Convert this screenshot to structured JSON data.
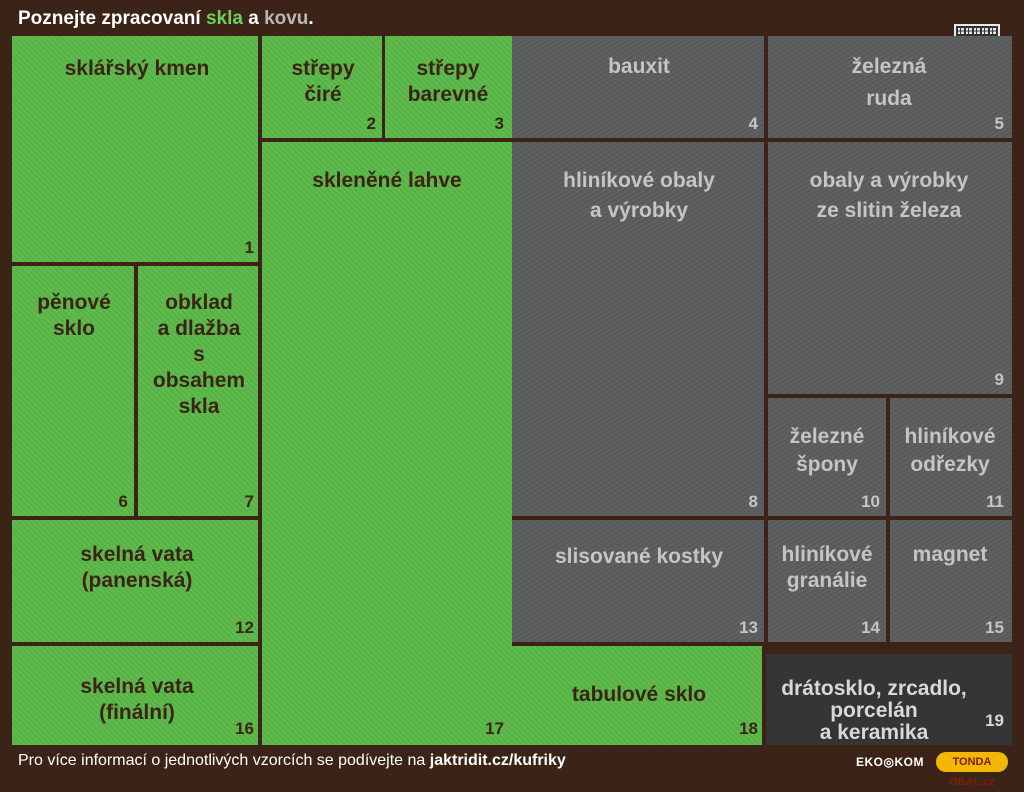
{
  "header": {
    "title_part1": "Poznejte zpracovaní ",
    "title_glass": "skla",
    "title_part2": " a ",
    "title_metal": "kovu",
    "title_end": "."
  },
  "colors": {
    "green": "#5ab847",
    "gray": "#5a5c5e",
    "dark": "#343536",
    "brown": "#3b2417"
  },
  "cells": {
    "c1": {
      "label": "sklářský kmen",
      "num": "1"
    },
    "c2": {
      "label1": "střepy",
      "label2": "čiré",
      "num": "2"
    },
    "c3": {
      "label1": "střepy",
      "label2": "barevné",
      "num": "3"
    },
    "c4": {
      "label": "bauxit",
      "num": "4"
    },
    "c5": {
      "label1": "železná",
      "label2": "ruda",
      "num": "5"
    },
    "c6": {
      "label1": "pěnové",
      "label2": "sklo",
      "num": "6"
    },
    "c7": {
      "label1": "obklad",
      "label2": "a dlažba",
      "label3": "s",
      "label4": "obsahem",
      "label5": "skla",
      "num": "7"
    },
    "c8": {
      "label1": "hliníkové obaly",
      "label2": "a výrobky",
      "num": "8"
    },
    "c9": {
      "label1": "obaly a výrobky",
      "label2": "ze slitin železa",
      "num": "9"
    },
    "c10": {
      "label1": "železné",
      "label2": "špony",
      "num": "10"
    },
    "c11": {
      "label1": "hliníkové",
      "label2": "odřezky",
      "num": "11"
    },
    "c12": {
      "label1": "skelná vata",
      "label2": "(panenská)",
      "num": "12"
    },
    "c13": {
      "label": "slisované kostky",
      "num": "13"
    },
    "c14": {
      "label1": "hliníkové",
      "label2": "granálie",
      "num": "14"
    },
    "c15": {
      "label": "magnet",
      "num": "15"
    },
    "c16": {
      "label1": "skelná vata",
      "label2": "(finální)",
      "num": "16"
    },
    "c17": {
      "label": "skleněné lahve",
      "num": "17"
    },
    "c18": {
      "label": "tabulové sklo",
      "num": "18"
    },
    "c19": {
      "label1": "drátosklo, zrcadlo,",
      "label2": "porcelán",
      "label3": "a keramika",
      "num": "19"
    }
  },
  "footer": {
    "text": "Pro více informací o jednotlivých vzorcích se podívejte na ",
    "link": "jaktridit.cz/kufriky",
    "logo_ekokom": "EKO◎KOM",
    "logo_tonda": "TONDA OBAL.cz"
  },
  "icons": {
    "qr": "qr-code-icon"
  }
}
